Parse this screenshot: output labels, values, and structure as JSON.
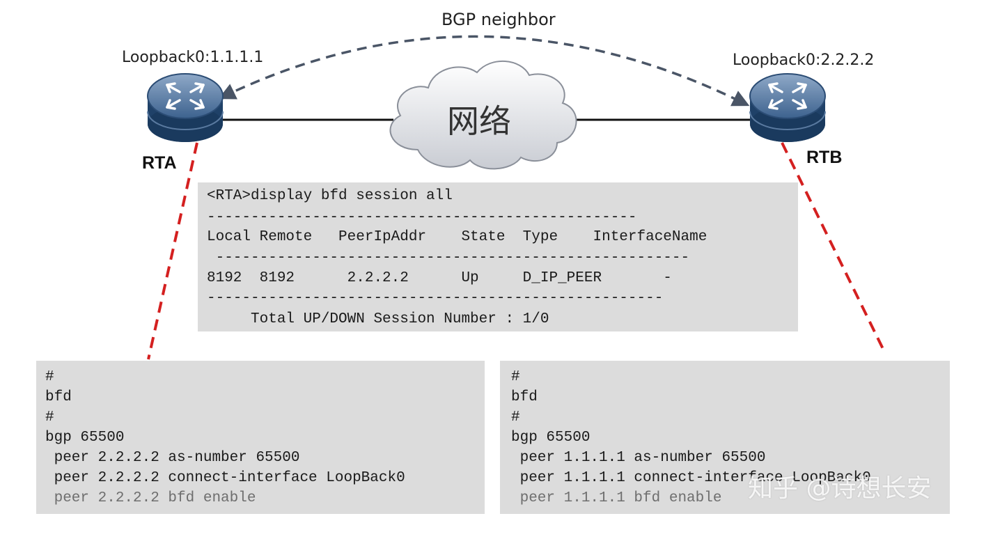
{
  "bgp_label": "BGP neighbor",
  "network_label": "网络",
  "rta": {
    "name": "RTA",
    "loopback": "Loopback0:1.1.1.1"
  },
  "rtb": {
    "name": "RTB",
    "loopback": "Loopback0:2.2.2.2"
  },
  "icons": {
    "router": "router-icon",
    "cloud": "cloud-icon"
  },
  "colors": {
    "dashed_red": "#d42020",
    "dashed_blue": "#4a5566",
    "router_top": "#5f7fa8",
    "router_body": "#1f4168",
    "panel_bg": "#dcdcdc"
  },
  "session_panel": {
    "lines": [
      "<RTA>display bfd session all",
      "-------------------------------------------------",
      "Local Remote   PeerIpAddr    State  Type    InterfaceName",
      " ------------------------------------------------------",
      "8192  8192      2.2.2.2      Up     D_IP_PEER       -",
      "----------------------------------------------------",
      "     Total UP/DOWN Session Number : 1/0"
    ]
  },
  "rta_config": {
    "lines": [
      "#",
      "bfd",
      "#",
      "bgp 65500",
      " peer 2.2.2.2 as-number 65500",
      " peer 2.2.2.2 connect-interface LoopBack0",
      " peer 2.2.2.2 bfd enable"
    ]
  },
  "rtb_config": {
    "lines": [
      "#",
      "bfd",
      "#",
      "bgp 65500",
      " peer 1.1.1.1 as-number 65500",
      " peer 1.1.1.1 connect-interface LoopBack0",
      " peer 1.1.1.1 bfd enable"
    ]
  },
  "watermark": "知乎 @诗想长安"
}
